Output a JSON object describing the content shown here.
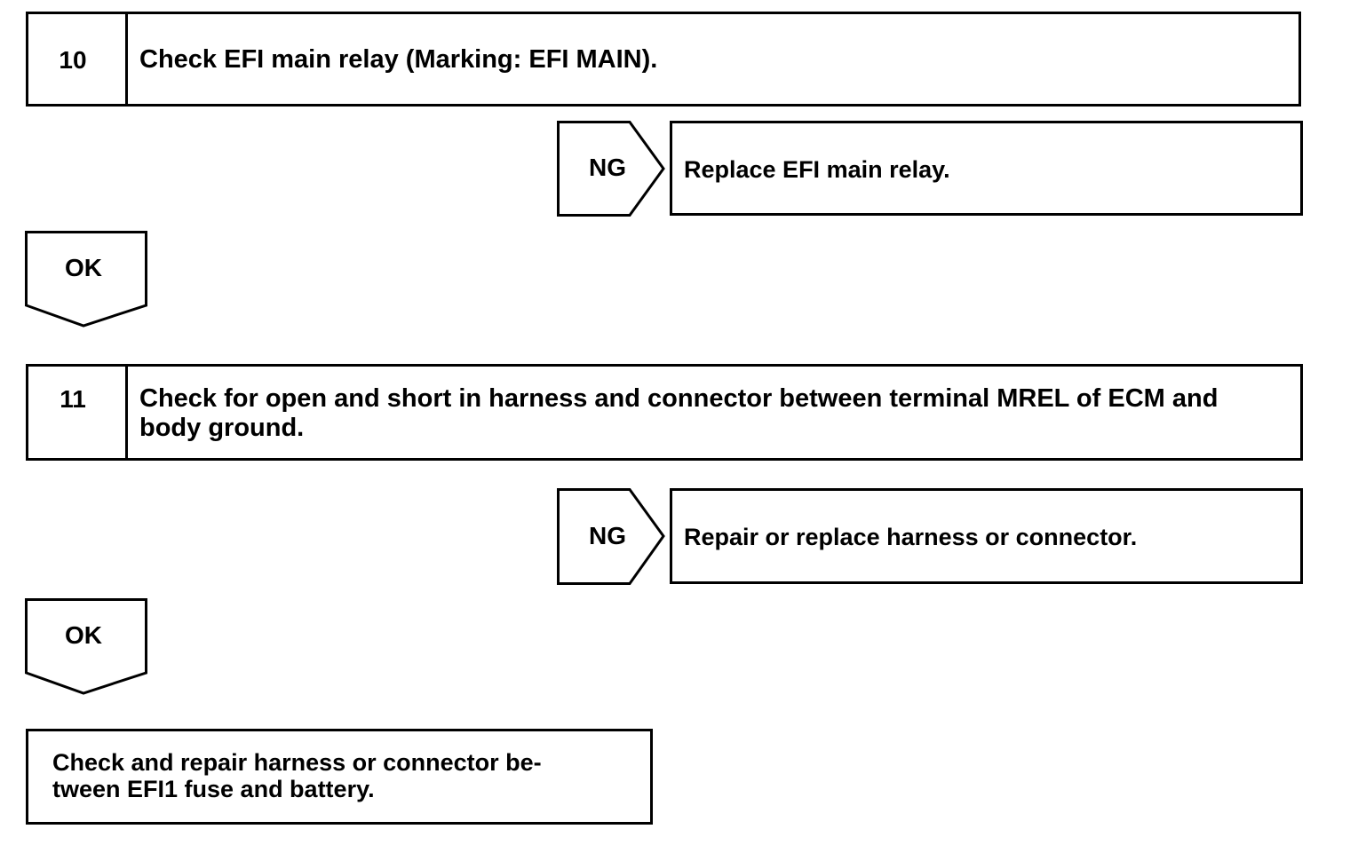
{
  "steps": [
    {
      "number": "10",
      "text": "Check EFI main relay (Marking: EFI MAIN).",
      "ng_label": "NG",
      "ng_action": "Replace EFI main relay.",
      "ok_label": "OK"
    },
    {
      "number": "11",
      "text": "Check for open and short in harness and connector between terminal MREL of ECM and body ground.",
      "ng_label": "NG",
      "ng_action": "Repair or replace harness or connector.",
      "ok_label": "OK"
    }
  ],
  "final": {
    "text": "Check and repair harness or connector be-\ntween EFI1 fuse and battery."
  }
}
